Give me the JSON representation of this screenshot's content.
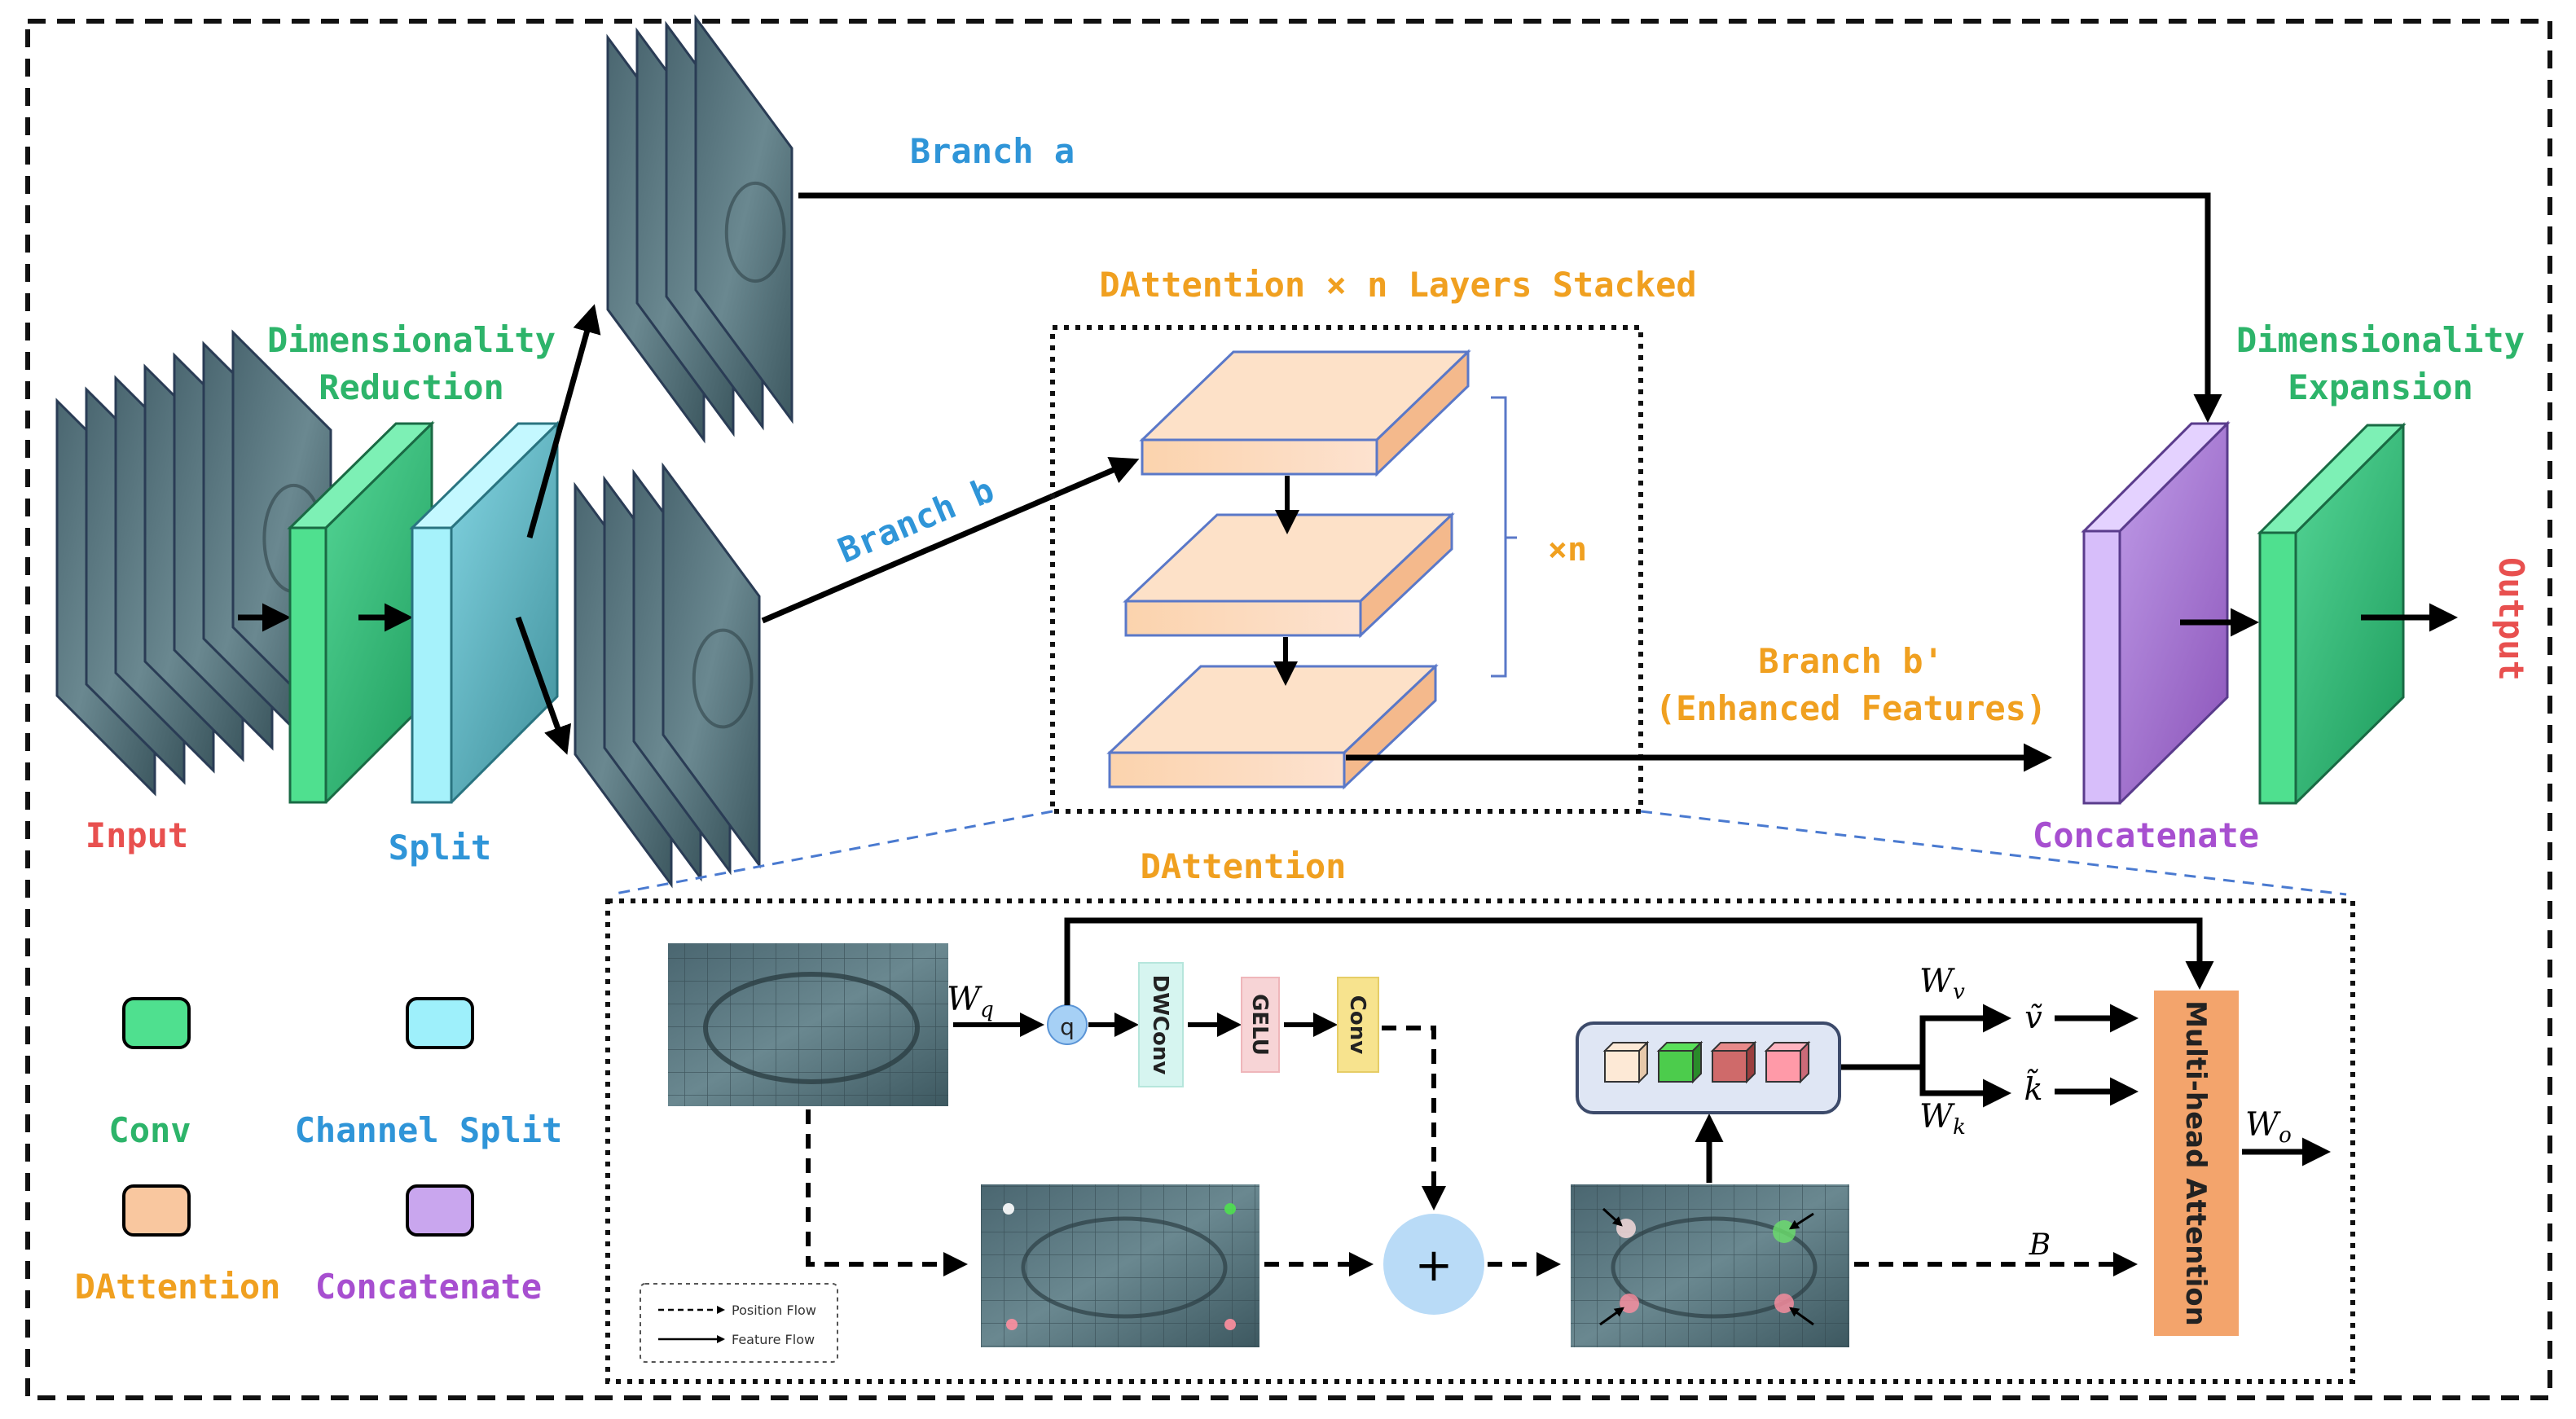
{
  "diagram": {
    "labels": {
      "input": "Input",
      "dim_reduction_1": "Dimensionality",
      "dim_reduction_2": "Reduction",
      "split": "Split",
      "branch_a": "Branch a",
      "branch_b": "Branch b",
      "stack_title": "DAttention × n Layers Stacked",
      "xn": "×n",
      "branch_b_prime_1": "Branch b'",
      "branch_b_prime_2": "(Enhanced Features)",
      "dim_expansion_1": "Dimensionality",
      "dim_expansion_2": "Expansion",
      "concatenate": "Concatenate",
      "output": "Output",
      "dattention": "DAttention"
    },
    "legend": {
      "conv": "Conv",
      "channel_split": "Channel Split",
      "dattention": "DAttention",
      "concatenate": "Concatenate"
    },
    "detail": {
      "wq": "W",
      "wq_sub": "q",
      "q": "q",
      "dwconv": "DWConv",
      "gelu": "GELU",
      "conv": "Conv",
      "plus": "+",
      "wv": "W",
      "wv_sub": "v",
      "wk": "W",
      "wk_sub": "k",
      "v_tilde": "ṽ",
      "k_tilde": "k̃",
      "b": "B",
      "mha": "Multi-head Attention",
      "wo": "W",
      "wo_sub": "o",
      "flow_position": "Position Flow",
      "flow_feature": "Feature Flow"
    },
    "colors": {
      "conv": "#4fe08f",
      "split": "#9ef0fb",
      "dattention": "#f9c79f",
      "concatenate": "#c9a6ee",
      "label_red": "#e8504f",
      "label_green": "#2db46a",
      "label_blue": "#2f95d8",
      "label_orange": "#f0a020",
      "label_purple": "#a74fd0"
    }
  }
}
